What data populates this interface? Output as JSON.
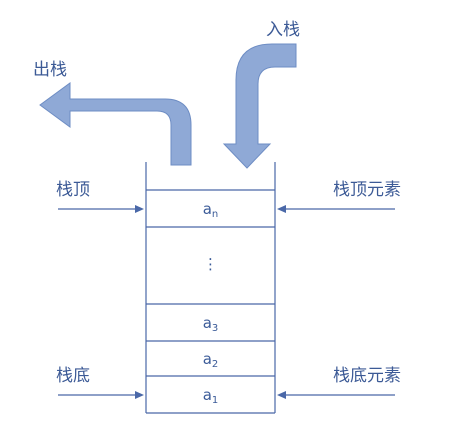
{
  "labels": {
    "push": "入栈",
    "pop": "出栈",
    "stack_top": "栈顶",
    "stack_bottom": "栈底",
    "top_element": "栈顶元素",
    "bottom_element": "栈底元素"
  },
  "cells": {
    "top": {
      "base": "a",
      "sub": "n"
    },
    "ellipsis": "⋮",
    "third": {
      "base": "a",
      "sub": "3"
    },
    "second": {
      "base": "a",
      "sub": "2"
    },
    "first": {
      "base": "a",
      "sub": "1"
    }
  },
  "colors": {
    "arrow_fill": "#8fa9d6",
    "arrow_stroke": "#6e8dc4",
    "line": "#4a68a8",
    "text": "#3c5a96"
  }
}
